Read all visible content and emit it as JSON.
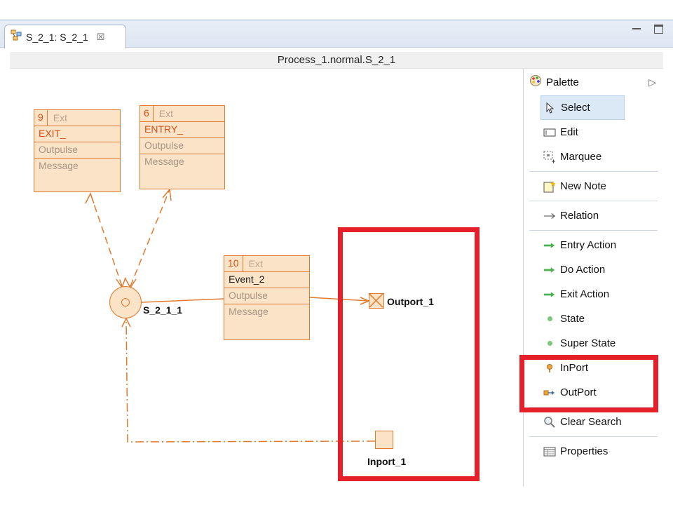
{
  "editor": {
    "tab_label": "S_2_1: S_2_1",
    "tab_close": "☒",
    "breadcrumb": "Process_1.normal.S_2_1"
  },
  "diagram": {
    "exit_box": {
      "number": "9",
      "tag": "Ext",
      "name": "EXIT_",
      "row3": "Outpulse",
      "row4": "Message"
    },
    "entry_box": {
      "number": "6",
      "tag": "Ext",
      "name": "ENTRY_",
      "row3": "Outpulse",
      "row4": "Message"
    },
    "event_box": {
      "number": "10",
      "tag": "Ext",
      "name": "Event_2",
      "row3": "Outpulse",
      "row4": "Message"
    },
    "state_label": "S_2_1_1",
    "outport_label": "Outport_1",
    "inport_label": "Inport_1"
  },
  "palette": {
    "title": "Palette",
    "items": [
      {
        "label": "Select",
        "icon": "pointer-icon"
      },
      {
        "label": "Edit",
        "icon": "edit-icon"
      },
      {
        "label": "Marquee",
        "icon": "marquee-icon"
      },
      {
        "label": "New Note",
        "icon": "note-icon"
      },
      {
        "label": "Relation",
        "icon": "relation-arrow-icon"
      },
      {
        "label": "Entry Action",
        "icon": "green-arrow-icon"
      },
      {
        "label": "Do Action",
        "icon": "green-arrow-icon"
      },
      {
        "label": "Exit Action",
        "icon": "green-arrow-icon"
      },
      {
        "label": "State",
        "icon": "green-dot-icon"
      },
      {
        "label": "Super State",
        "icon": "green-dot-icon"
      },
      {
        "label": "InPort",
        "icon": "inport-icon"
      },
      {
        "label": "OutPort",
        "icon": "outport-icon"
      },
      {
        "label": "Clear Search",
        "icon": "magnifier-icon"
      },
      {
        "label": "Properties",
        "icon": "table-icon"
      }
    ]
  },
  "colors": {
    "accent_orange": "#e07a2e",
    "box_fill": "#fbe3c7",
    "highlight_red": "#e5202a",
    "palette_green": "#4caf50"
  }
}
